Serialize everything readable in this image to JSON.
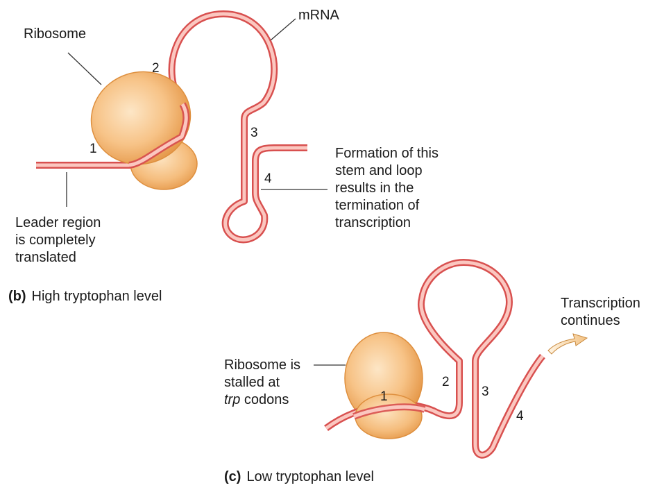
{
  "panel_b": {
    "labels": {
      "ribosome": "Ribosome",
      "mrna": "mRNA",
      "leader_lines": [
        "Leader region",
        "is completely",
        "translated"
      ],
      "stem_loop_lines": [
        "Formation of this",
        "stem and loop",
        "results in the",
        "termination of",
        "transcription"
      ]
    },
    "region_numbers": [
      "1",
      "2",
      "3",
      "4"
    ],
    "caption_letter": "(b)",
    "caption_text": "High tryptophan level"
  },
  "panel_c": {
    "labels": {
      "stalled_lines": [
        "Ribosome is",
        "stalled at"
      ],
      "stalled_italic": "trp",
      "stalled_rest": " codons",
      "transcription_lines": [
        "Transcription",
        "continues"
      ]
    },
    "region_numbers": [
      "1",
      "2",
      "3",
      "4"
    ],
    "caption_letter": "(c)",
    "caption_text": "Low tryptophan level"
  },
  "colors": {
    "mrna_outline": "#d8504f",
    "mrna_fill": "#fbc7c0",
    "ribosome_outer": "#e59645",
    "ribosome_inner": "#fde3bf",
    "arrow_fill": "#f8d8a8"
  }
}
